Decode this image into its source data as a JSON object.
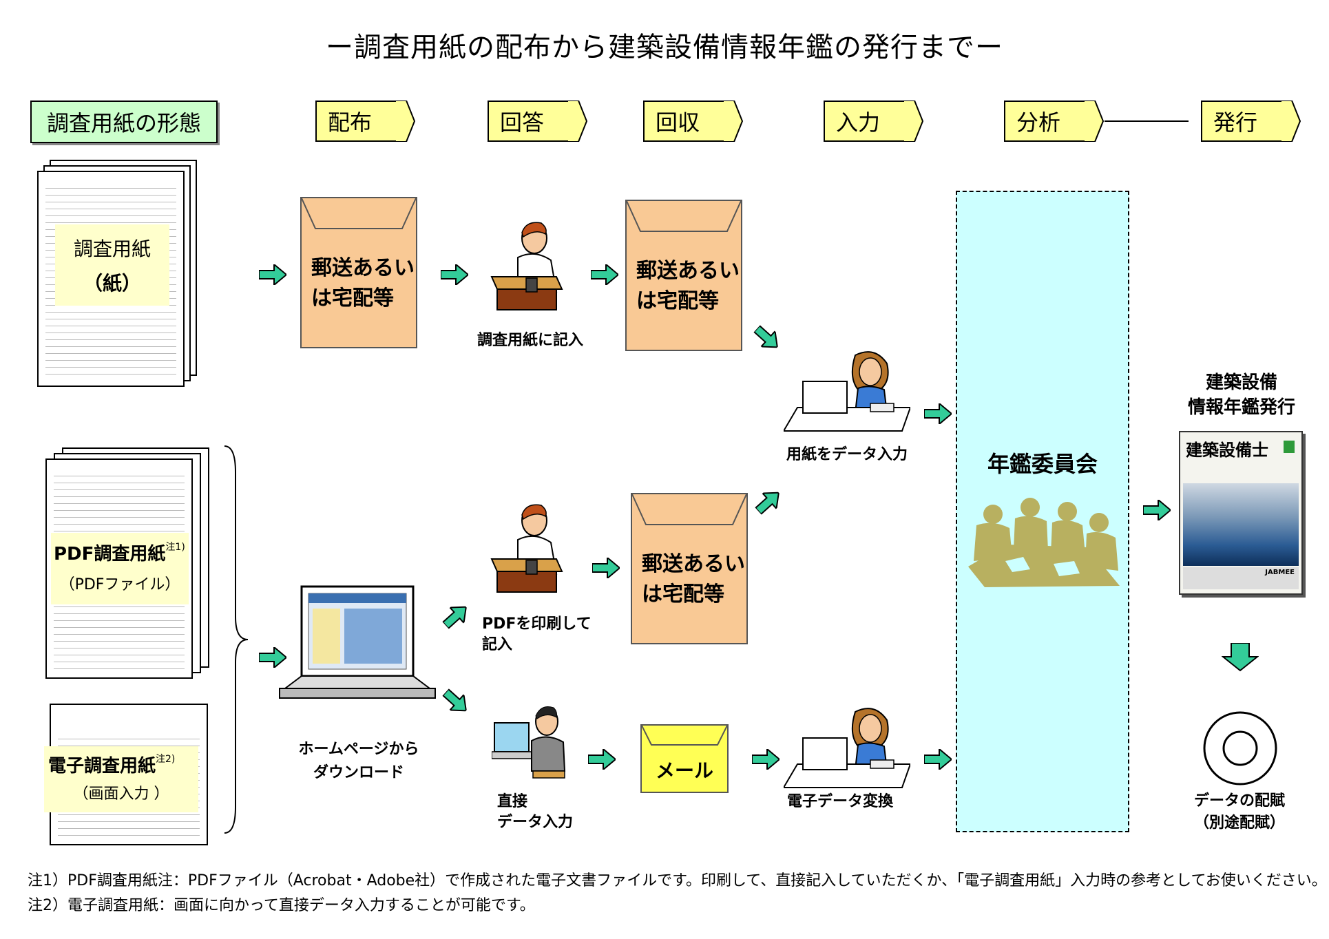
{
  "title": "ー調査用紙の配布から建築設備情報年鑑の発行までー",
  "form_type_label": "調査用紙の形態",
  "stages": [
    "配布",
    "回答",
    "回収",
    "入力",
    "分析",
    "発行"
  ],
  "forms": {
    "paper": {
      "line1": "調査用紙",
      "line2": "（紙）"
    },
    "pdf": {
      "line1": "PDF調査用紙",
      "note": "注1)",
      "line2": "（PDFファイル）"
    },
    "electronic": {
      "line1": "電子調査用紙",
      "note": "注2)",
      "line2": "（画面入力 ）"
    }
  },
  "envelopes": {
    "distribute": {
      "line1": "郵送あるい",
      "line2": "は宅配等"
    },
    "collect_top": {
      "line1": "郵送あるい",
      "line2": "は宅配等"
    },
    "collect_mid": {
      "line1": "郵送あるい",
      "line2": "は宅配等"
    },
    "mail": "メール"
  },
  "captions": {
    "fill_form": "調査用紙に記入",
    "data_entry": "用紙をデータ入力",
    "pdf_print_line1": "PDFを印刷して",
    "pdf_print_line2": "記入",
    "download_line1": "ホームページから",
    "download_line2": "ダウンロード",
    "direct_line1": "直接",
    "direct_line2": "データ入力",
    "convert": "電子データ変換",
    "publish_line1": "建築設備",
    "publish_line2": "情報年鑑発行",
    "distribute_data_line1": "データの配賦",
    "distribute_data_line2": "（別途配賦）"
  },
  "committee": "年鑑委員会",
  "book_title": "建築設備士",
  "book_brand": "JABMEE",
  "notes": [
    "注1）PDF調査用紙注：PDFファイル（Acrobat・Adobe社）で作成された電子文書ファイルです。印刷して、直接記入していただくか、「電子調査用紙」入力時の参考としてお使いください。",
    "注2）電子調査用紙：画面に向かって直接データ入力することが可能です。"
  ],
  "colors": {
    "stage_fill": "#ffff99",
    "form_label_fill": "#ccffcc",
    "envelope_fill": "#f9c995",
    "mail_fill": "#ffff55",
    "committee_fill": "#ccffff",
    "arrow_fill": "#33cc99"
  }
}
